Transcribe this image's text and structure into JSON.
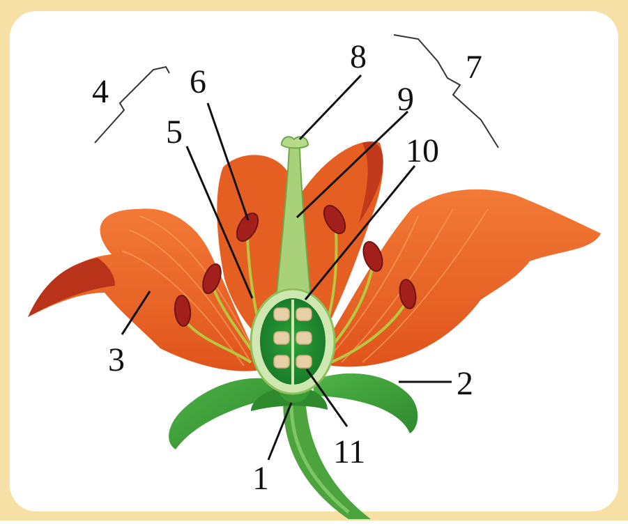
{
  "figure": {
    "frame_color": "#f6e0a6",
    "panel_color": "#ffffff",
    "petal_color": "#ec6a2a",
    "petal_shadow_color": "#c0391b",
    "anther_color": "#a31f1c",
    "filament_color": "#b8c640",
    "pistil_color": "#8fbf5a",
    "ovary_color": "#1f8a2b",
    "ovule_color": "#e7cfa8",
    "sepal_color": "#3f9e39",
    "stem_color": "#4da43e"
  },
  "labels": [
    {
      "id": "1",
      "text": "1"
    },
    {
      "id": "2",
      "text": "2"
    },
    {
      "id": "3",
      "text": "3"
    },
    {
      "id": "4",
      "text": "4"
    },
    {
      "id": "5",
      "text": "5"
    },
    {
      "id": "6",
      "text": "6"
    },
    {
      "id": "7",
      "text": "7"
    },
    {
      "id": "8",
      "text": "8"
    },
    {
      "id": "9",
      "text": "9"
    },
    {
      "id": "10",
      "text": "10"
    },
    {
      "id": "11",
      "text": "11"
    }
  ]
}
